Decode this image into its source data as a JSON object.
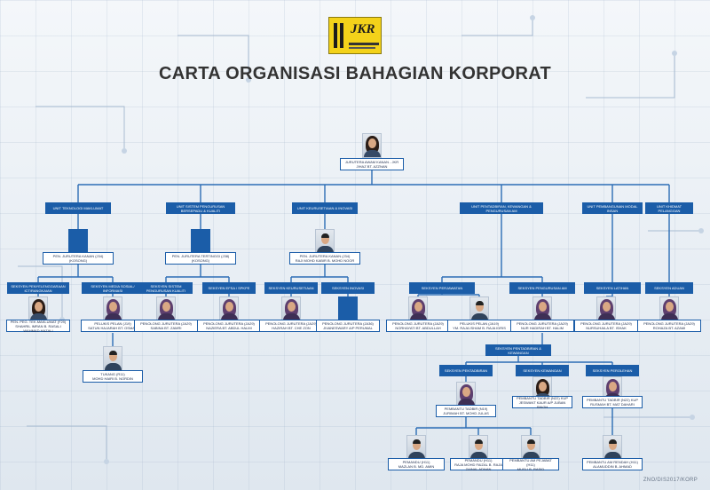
{
  "logo": {
    "text": "JKR",
    "color": "#f3d21a"
  },
  "title": "CARTA ORGANISASI BAHAGIAN KORPORAT",
  "footer": "ZNO/DIS2017/KORP",
  "colors": {
    "box_fill": "#1b5da8",
    "line": "#2c6db5",
    "label_bg": "#ffffff",
    "text": "#333333"
  },
  "head": {
    "title": "JURUTERA AWAM KANAN - JKR",
    "name": "JIHAZ BT. AZZNAN",
    "photo": "female-photo"
  },
  "units": [
    "UNIT TEKNOLOGI MAKLUMAT",
    "UNIT SISTEM PENGURUSAN BERSEPADU & KUALITI",
    "UNIT KEURUSETIAAN & INOVASI",
    "UNIT PENTADBIRAN, KEWANGAN & PENGURUSAN AM",
    "UNIT PEMBANGUNAN MODAL INSAN",
    "UNIT KHIDMAT PELANGGAN"
  ],
  "unit_heads": [
    {
      "title": "PEN. JURUTERA KANAN (J34)",
      "name": "(KOSONG)",
      "photo": "vacant"
    },
    {
      "title": "PEN. JURUTERA TERTINGGI (J38)",
      "name": "(KOSONG)",
      "photo": "vacant"
    },
    {
      "title": "PEN. JURUTERA KANAN (J34)",
      "name": "RAJI MOHD KABIR B. MOHD NOOR",
      "photo": "male-photo"
    }
  ],
  "sections": [
    "SEKSYEN PENYELENGGARAAN ICT/RANGKAIAN",
    "SEKSYEN MEDIA SOSIAL/ INFORMASI",
    "SEKSYEN SISTEM PENGURUSAN KUALITI",
    "SEKSYEN EFSA / SPKPE",
    "SEKSYEN KEURUSETIAAN",
    "SEKSYEN INOVASI",
    "SEKSYEN PERJAWATAN",
    "SEKSYEN PENGURUSAN AM",
    "SEKSYEN LATIHAN",
    "SEKSYEN ADUAN",
    "SEKSYEN PENTADBIRAN & KEWANGAN",
    "SEKSYEN PENTADBIRAN",
    "SEKSYEN KEWANGAN",
    "SEKSYEN PEROLEHAN"
  ],
  "staff": [
    {
      "title": "PEN. PEG. TEK.MAKLUMAT (F29)",
      "name": "SHAHRIL IMRAN B. RASALI WAHMAD HAZALI",
      "photo": "female-photo"
    },
    {
      "title": "PELUKIS PELAN (J19)",
      "name": "SATUN HAJARAH BT. OSMAN",
      "photo": "female-hijab-photo"
    },
    {
      "title": "PENOLONG JURUTERA (JA29)",
      "name": "SABINA BT. ZAMRI",
      "photo": "female-hijab-photo"
    },
    {
      "title": "PENOLONG JURUTERA (JA29)",
      "name": "NAZIERA BT. ABDUL HALIM",
      "photo": "female-hijab-photo"
    },
    {
      "title": "PENOLONG JURUTERA (JA29)",
      "name": "HAZIRAH BT. CHE ZON",
      "photo": "female-hijab-photo"
    },
    {
      "title": "PENOLONG JURUTERA (JA36)",
      "name": "JIVANESWARY A/P PERUMAL",
      "photo": "vacant"
    },
    {
      "title": "PENOLONG JURUTERA (JA29)",
      "name": "NORHAYATI BT. ABDULLAH",
      "photo": "female-hijab-photo"
    },
    {
      "title": "PELUKIS PELAN (JA19)",
      "name": "YM. RAJA ISHAM B. RAJA IDRIS",
      "photo": "male-photo"
    },
    {
      "title": "PENOLONG JURUTERA (JA29)",
      "name": "NUR HADIRAH BT. HALIM",
      "photo": "female-hijab-photo"
    },
    {
      "title": "PENOLONG JURUTERA (JA29)",
      "name": "NURSUHAILA BT. ISHAK",
      "photo": "female-hijab-photo"
    },
    {
      "title": "PENOLONG JURUTERA (JA29)",
      "name": "ROHAZA BT. AZAMI",
      "photo": "female-hijab-photo"
    },
    {
      "title": "TUKANG (R11)",
      "name": "MOHD HAIRI B. NORDIN",
      "photo": "male-photo"
    },
    {
      "title": "PEMBANTU TADBIR (N19)",
      "name": "JURIMAH BT. MOHD JULAS",
      "photo": "female-hijab-photo"
    },
    {
      "title": "PEMBANTU TADBIR (N22) KUP",
      "name": "JESWANT KAUR A/P JUBAN SINGH",
      "photo": "female-photo"
    },
    {
      "title": "PEMBANTU TADBIR (N22) KUP",
      "name": "RUSMAH BT. MAT DAHARI",
      "photo": "female-hijab-photo"
    },
    {
      "title": "PEMANDU (H11)",
      "name": "MAZLAN B. MD. AMIN",
      "photo": "male-photo"
    },
    {
      "title": "PEMANDU (H11)",
      "name": "RAJA MOHD FAIZAL B. RAJA ZAINAL ADNAN",
      "photo": "male-photo"
    },
    {
      "title": "PEMBANTU AM PEJABAT (H11)",
      "name": "MUSLI B. RASID",
      "photo": "male-photo"
    },
    {
      "title": "PEMBANTU AM RENDAH (H11)",
      "name": "ALAMUDDIN B. AHMAD",
      "photo": "male-photo"
    }
  ]
}
